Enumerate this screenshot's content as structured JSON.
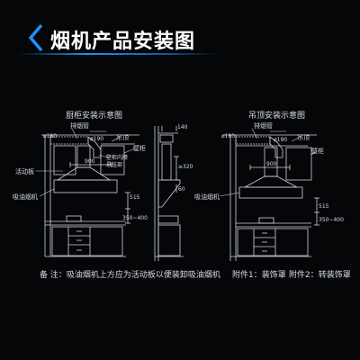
{
  "header": {
    "title": "烟机产品安装图",
    "accent_color": "#1e8fff"
  },
  "left_diagram": {
    "title": "厨柜安装示意图",
    "labels": {
      "dia180": "ø180",
      "exhaust_pipe": "排烟管",
      "dia190": "ø190",
      "suspended_ceiling": "吊顶",
      "wall_cabinet": "壁柜",
      "wall_cabinet_inner": "壁柜内障",
      "hook_height": "悬挂部",
      "width900": "900",
      "movable_board": "活动板",
      "range_hood": "吸油烟机",
      "dim515": "515",
      "dim350_400": "350~400"
    }
  },
  "side_diagram": {
    "labels": {
      "dim140": "140",
      "dim320": "≥320",
      "dim60": "60"
    }
  },
  "right_diagram": {
    "title": "吊顶安装示意图",
    "labels": {
      "dia180": "ø180",
      "exhaust_pipe": "排烟管",
      "dia190": "ø190",
      "suspended_ceiling": "吊顶",
      "wall_cabinet": "壁柜",
      "width900": "900",
      "range_hood": "吸油烟机",
      "dim515": "515",
      "dim350_400": "350~400"
    }
  },
  "footer": {
    "note": "备 注：吸油烟机上方应为活动板以便装卸吸油烟机",
    "accessory1": "附件1：装饰罩",
    "accessory2": "附件2：转装饰罩"
  }
}
